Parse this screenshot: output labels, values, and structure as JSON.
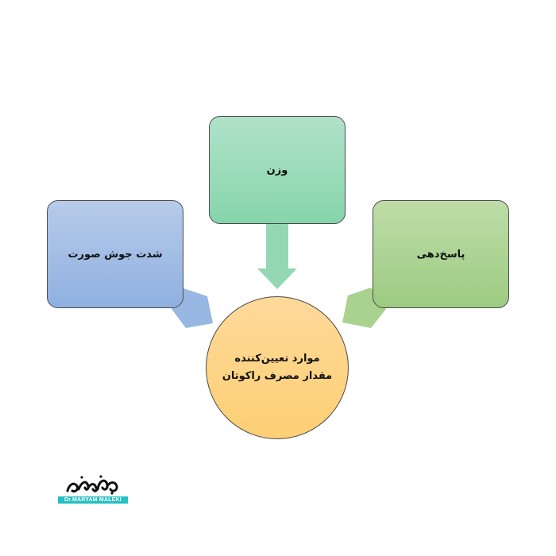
{
  "diagram": {
    "top_box": "وزن",
    "left_box": "شدت جوش صورت",
    "right_box": "پاسخ‌دهی",
    "center": {
      "line1": "موارد تعیین‌کننده",
      "line2": "مقدار مصرف راکوتان"
    }
  },
  "logo": {
    "script_text": "مریم ملکی",
    "band_text": "Dr.MARYAM MALEKI"
  },
  "colors": {
    "top_box": "#9edcbc",
    "left_box": "#a4bfe6",
    "right_box": "#b0d694",
    "center": "#fed589",
    "logo_accent": "#25bfc4"
  }
}
